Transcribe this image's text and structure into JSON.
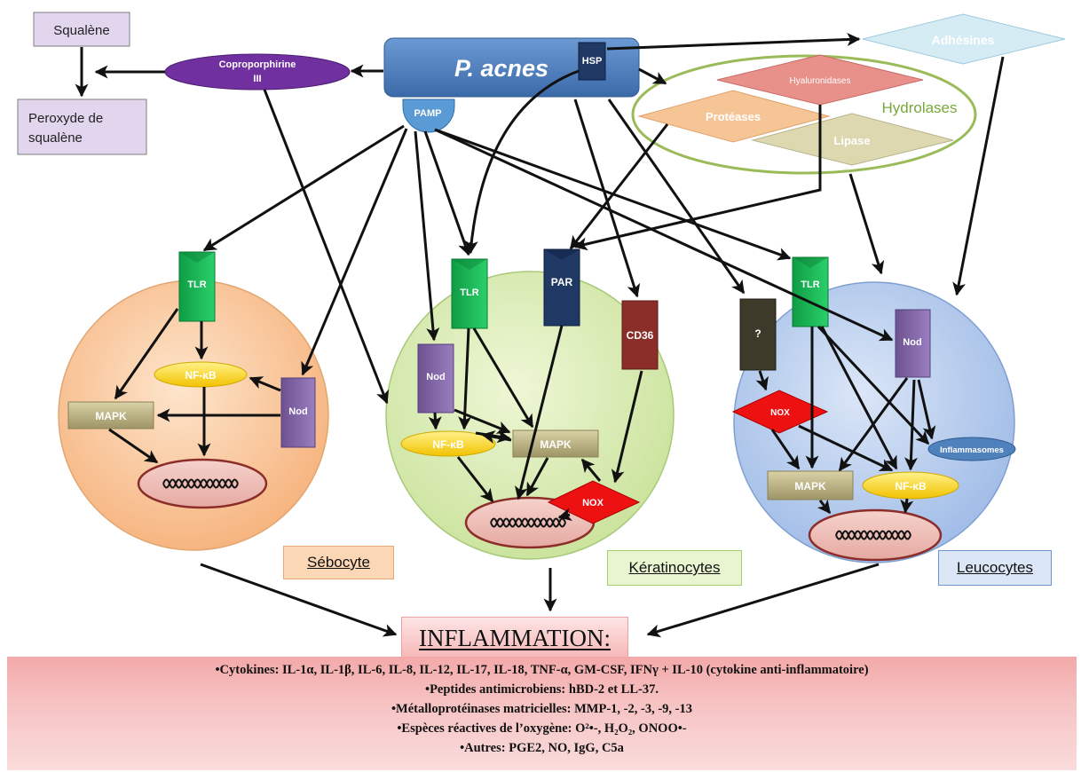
{
  "sources": {
    "pacnes": "P. acnes",
    "hsp": "HSP",
    "pamp": "PAMP",
    "copro_line1": "Coproporphirine",
    "copro_line2": "III",
    "squalene": "Squalène",
    "peroxyde_line1": "Peroxyde de",
    "peroxyde_line2": "squalène",
    "adhesines": "Adhésines",
    "hyaluronidases": "Hyaluronidases",
    "proteases": "Protéases",
    "lipase": "Lipase",
    "hydrolases": "Hydrolases"
  },
  "receptors": {
    "tlr": "TLR",
    "par": "PAR",
    "cd36": "CD36",
    "nod": "Nod",
    "unknown": "?"
  },
  "signals": {
    "nfkb": "NF-κB",
    "mapk": "MAPK",
    "nox": "NOX",
    "inflammasomes": "Inflammasomes"
  },
  "cells": {
    "sebocyte": "Sébocyte",
    "keratinocytes": "Kératinocytes",
    "leucocytes": "Leucocytes"
  },
  "inflammation": {
    "title": "INFLAMMATION:",
    "items": [
      "•Cytokines: IL-1α, IL-1β, IL-6, IL-8, IL-12, IL-17, IL-18, TNF-α, GM-CSF, IFNγ + IL-10 (cytokine anti-inflammatoire)",
      "•Peptides antimicrobiens: hBD-2 et LL-37.",
      "•Métalloprotéinases matricielles: MMP-1, -2, -3, -9, -13",
      "•Espèces réactives de l’oxygène: O²•-, H₂O₂, ONOO•-",
      "•Autres: PGE2, NO, IgG, C5a"
    ]
  },
  "colors": {
    "pacnes": "#4a7ebb",
    "tlr": "#1bb353",
    "par": "#1f3864",
    "cd36": "#8b2e2a",
    "nod": "#8064a2",
    "nox": "#ee1111",
    "nfkb": "#ffd700",
    "mapk": "#b8ae78",
    "sebocyte": "#f8c89a",
    "keratinocytes": "#d7eab0",
    "leucocytes": "#b7cdee",
    "copro": "#7030a0"
  }
}
